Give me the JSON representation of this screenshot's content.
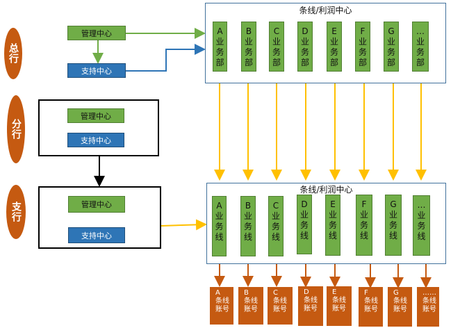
{
  "levels": [
    "总行",
    "分行",
    "支行"
  ],
  "units": {
    "management_center": "管理中心",
    "support_center": "支持中心"
  },
  "top_panel": {
    "title": "条线/利润中心",
    "departments": [
      {
        "letter": "A",
        "chars": [
          "业",
          "务",
          "部"
        ]
      },
      {
        "letter": "B",
        "chars": [
          "业",
          "务",
          "部"
        ]
      },
      {
        "letter": "C",
        "chars": [
          "业",
          "务",
          "部"
        ]
      },
      {
        "letter": "D",
        "chars": [
          "业",
          "务",
          "部"
        ]
      },
      {
        "letter": "E",
        "chars": [
          "业",
          "务",
          "部"
        ]
      },
      {
        "letter": "F",
        "chars": [
          "业",
          "务",
          "部"
        ]
      },
      {
        "letter": "G",
        "chars": [
          "业",
          "务",
          "部"
        ]
      },
      {
        "letter": "…",
        "chars": [
          "业",
          "务",
          "部"
        ]
      }
    ]
  },
  "bottom_panel": {
    "title": "条线/利润中心",
    "lines": [
      {
        "letter": "A",
        "chars": [
          "业",
          "务",
          "线"
        ]
      },
      {
        "letter": "B",
        "chars": [
          "业",
          "务",
          "线"
        ]
      },
      {
        "letter": "C",
        "chars": [
          "业",
          "务",
          "线"
        ]
      },
      {
        "letter": "D",
        "chars": [
          "业",
          "务",
          "线"
        ]
      },
      {
        "letter": "E",
        "chars": [
          "业",
          "务",
          "线"
        ]
      },
      {
        "letter": "F",
        "chars": [
          "业",
          "务",
          "线"
        ]
      },
      {
        "letter": "G",
        "chars": [
          "业",
          "务",
          "线"
        ]
      },
      {
        "letter": "…",
        "chars": [
          "业",
          "务",
          "线"
        ]
      }
    ]
  },
  "accounts": [
    {
      "letter": "A",
      "l1": "条线",
      "l2": "账号"
    },
    {
      "letter": "B",
      "l1": "条线",
      "l2": "账号"
    },
    {
      "letter": "C",
      "l1": "条线",
      "l2": "账号"
    },
    {
      "letter": "D",
      "l1": "条线",
      "l2": "账号"
    },
    {
      "letter": "E",
      "l1": "条线",
      "l2": "账号"
    },
    {
      "letter": "F",
      "l1": "条线",
      "l2": "账号"
    },
    {
      "letter": "G",
      "l1": "条线",
      "l2": "账号"
    },
    {
      "letter": "……",
      "l1": "条线",
      "l2": "账号"
    }
  ],
  "colors": {
    "green": "#70ad47",
    "blue": "#2e75b6",
    "orange": "#c55a11",
    "yellow_arrow": "#ffc000",
    "panel_border": "#41719c"
  }
}
